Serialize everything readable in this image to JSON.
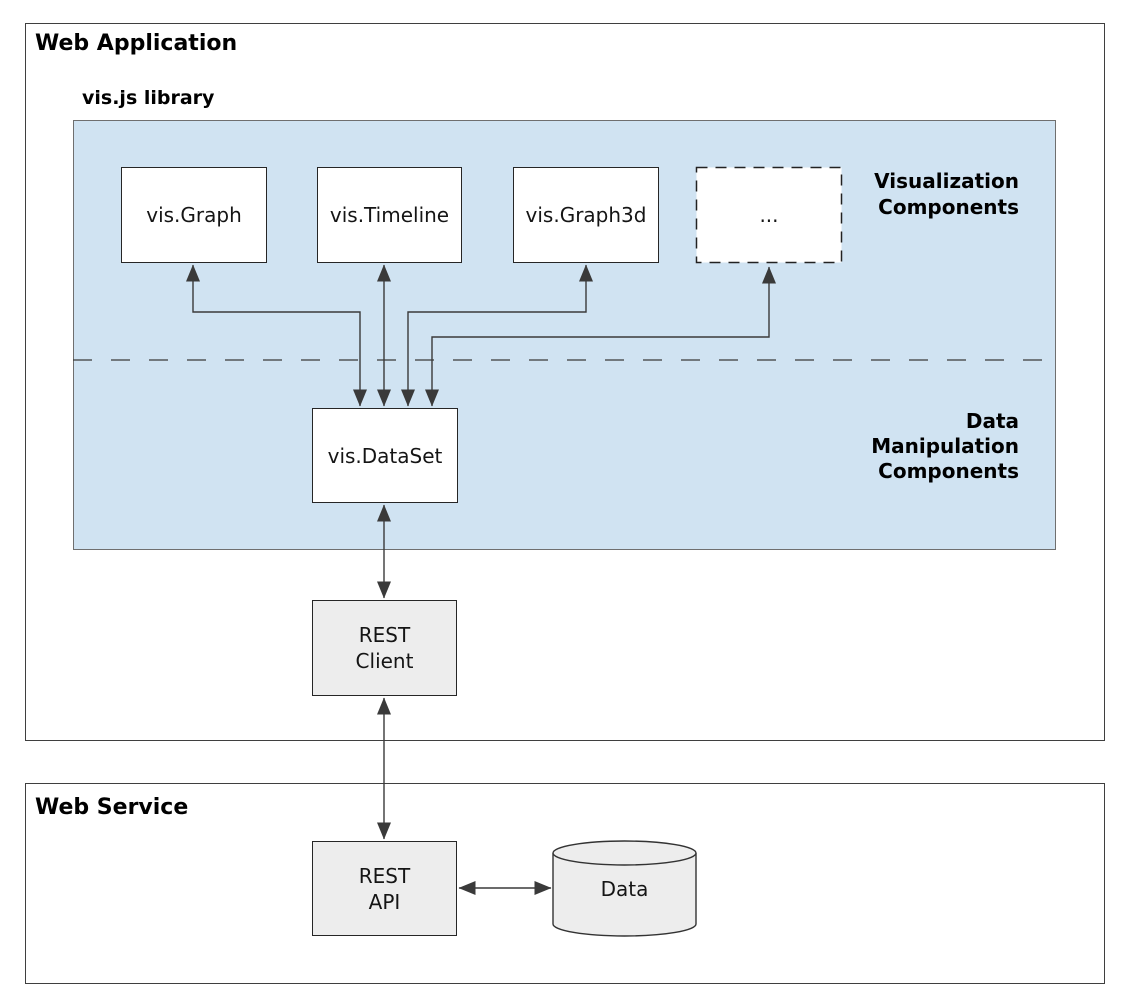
{
  "web_application": {
    "title": "Web Application"
  },
  "vis_library": {
    "title": "vis.js library"
  },
  "visualization_components": {
    "boxes": [
      {
        "label": "vis.Graph"
      },
      {
        "label": "vis.Timeline"
      },
      {
        "label": "vis.Graph3d"
      },
      {
        "label": "..."
      }
    ],
    "section_label_lines": [
      "Visualization",
      "Components"
    ]
  },
  "data_manipulation": {
    "dataset_label": "vis.DataSet",
    "section_label_lines": [
      "Data",
      "Manipulation",
      "Components"
    ]
  },
  "rest_client": {
    "lines": [
      "REST",
      "Client"
    ]
  },
  "web_service": {
    "title": "Web Service",
    "rest_api": {
      "lines": [
        "REST",
        "API"
      ]
    },
    "data_store": {
      "label": "Data"
    }
  },
  "colors": {
    "panel_blue": "#d0e3f2",
    "box_gray": "#ededed",
    "line_dark": "#3a3a3a",
    "border_dark": "#262626"
  }
}
